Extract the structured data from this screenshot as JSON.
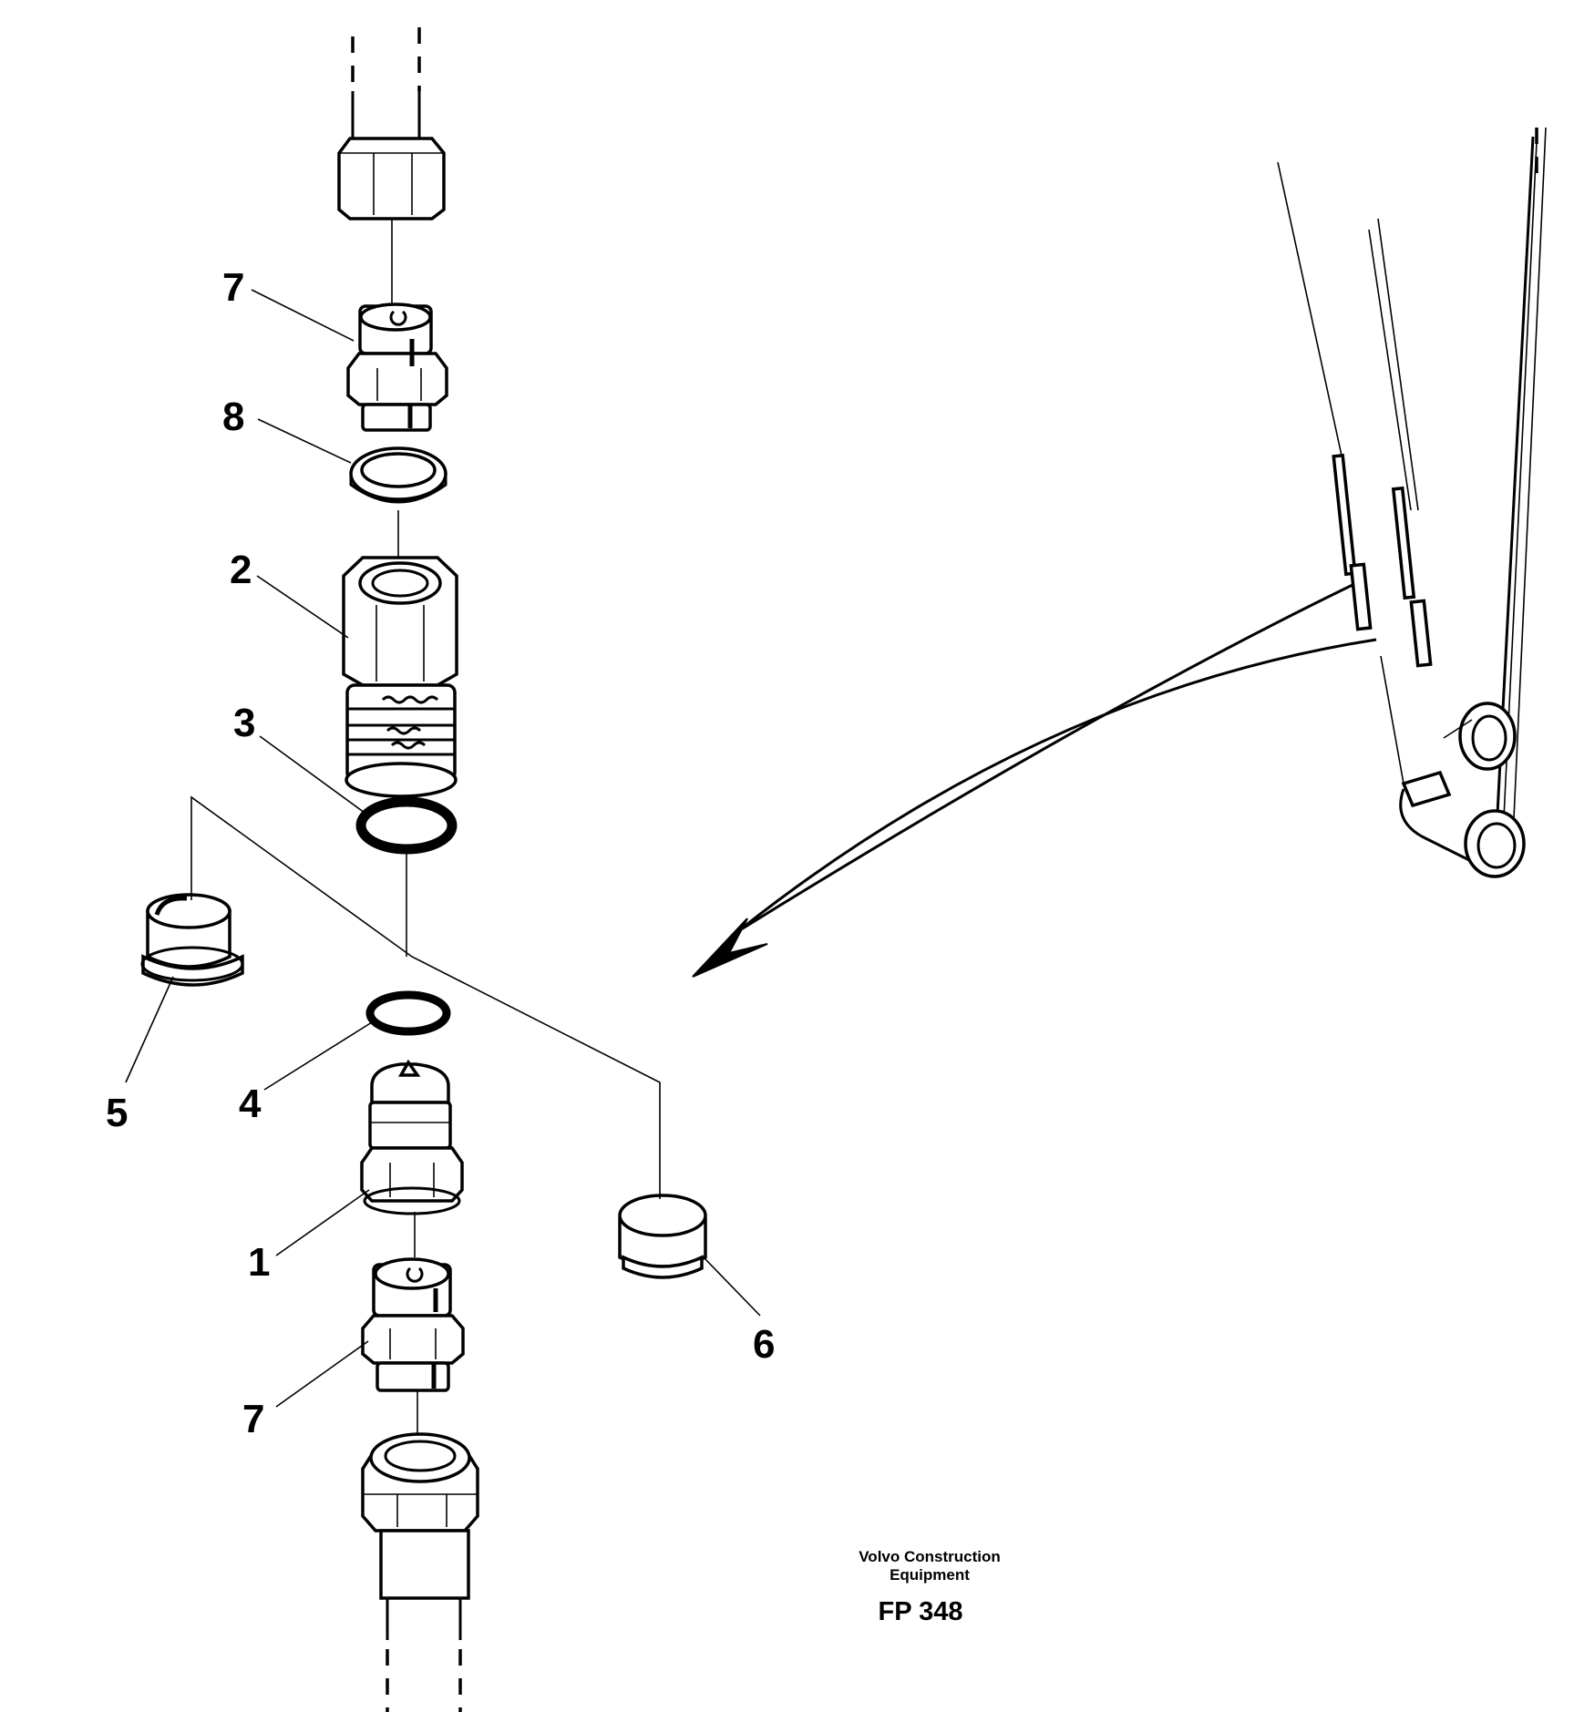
{
  "callouts": {
    "c7_top": "7",
    "c8": "8",
    "c2": "2",
    "c3": "3",
    "c5": "5",
    "c4": "4",
    "c1": "1",
    "c6": "6",
    "c7_bottom": "7"
  },
  "footer": {
    "brand_line1": "Volvo Construction",
    "brand_line2": "Equipment",
    "code": "FP 348"
  }
}
